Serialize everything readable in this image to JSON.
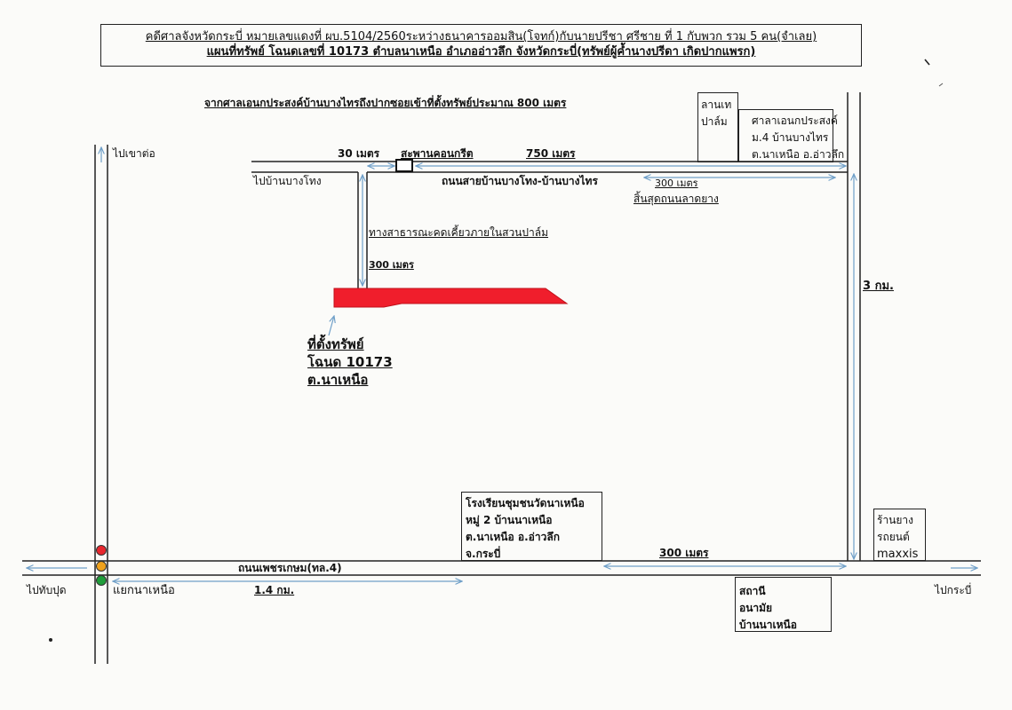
{
  "header": {
    "line1": "คดีศาลจังหวัดกระบี่ หมายเลขแดงที่ ผบ.5104/2560ระหว่างธนาคารออมสิน(โจทก์)กับนายปรีชา ศรีชาย ที่ 1 กับพวก รวม 5 คน(จำเลย)",
    "line2": "แผนที่ทรัพย์ โฉนดเลขที่ 10173 ตำบลนาเหนือ อำเภออ่าวลึก จังหวัดกระบี่(ทรัพย์ผู้ค้ำนางปรีดา เกิดปากแพรก)"
  },
  "subtitle": "จากศาลเอนกประสงค์บ้านบางไทรถึงปากซอยเข้าที่ตั้งทรัพย์ประมาณ 800 เมตร",
  "labels": {
    "to_khao_to": "ไปเขาต่อ",
    "to_ban_bang_thong": "ไปบ้านบางโทง",
    "dist_30m": "30 เมตร",
    "concrete_bridge": "สะพานคอนกรีต",
    "dist_750m": "750 เมตร",
    "road_bang_thong_bang_sai": "ถนนสายบ้านบางโทง-บ้านบางไทร",
    "dist_300m_right": "300 เมตร",
    "end_of_paved_road": "สิ้นสุดถนนลาดยาง",
    "public_path": "ทางสาธารณะคดเคี้ยวภายในสวนปาล์ม",
    "dist_300m_path": "300 เมตร",
    "dist_3km": "3 กม.",
    "property_line1": "ที่ตั้งทรัพย์",
    "property_line2": "โฉนด 10173",
    "property_line3": "ต.นาเหนือ",
    "highway": "ถนนเพชรเกษม(ทล.4)",
    "dist_300m_bottom": "300 เมตร",
    "dist_1_4km": "1.4 กม.",
    "to_thap_put": "ไปทับปุด",
    "na_nuea_junction": "แยกนาเหนือ",
    "to_krabi": "ไปกระบี่"
  },
  "boxes": {
    "palm_yard": [
      "ลานเท",
      "ปาล์ม"
    ],
    "multipurpose_hall": [
      "ศาลาเอนกประสงค์",
      "ม.4 บ้านบางไทร",
      "ต.นาเหนือ อ.อ่าวลึก"
    ],
    "school": [
      "โรงเรียนชุมชนวัดนาเหนือ",
      "หมู่ 2 บ้านนาเหนือ",
      "ต.นาเหนือ อ.อ่าวลึก",
      "จ.กระบี่"
    ],
    "tire_shop": [
      "ร้านยาง",
      "รถยนต์",
      "maxxis"
    ],
    "health_station": [
      "สถานี",
      "อนามัย",
      "บ้านนาเหนือ"
    ]
  },
  "colors": {
    "property": "#f01e2c",
    "arrow": "#6f9fc8",
    "line": "#222222",
    "light_red": "#e8262e",
    "light_yellow": "#f0a21c",
    "light_green": "#1f9d3a"
  },
  "icons": {
    "traffic_light": "traffic-light-icon",
    "bridge": "bridge-icon"
  }
}
